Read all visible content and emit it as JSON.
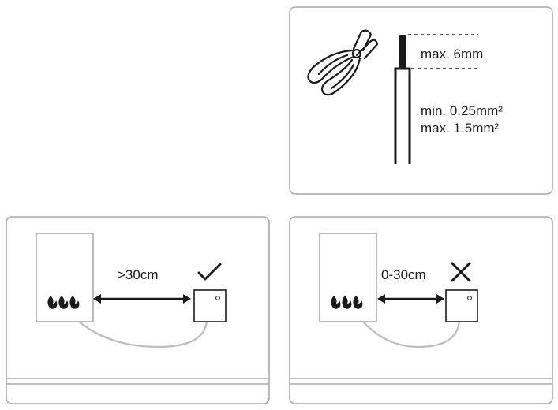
{
  "panels": {
    "wire_strip": {
      "strip_length_label": "max. 6mm",
      "cross_section_min": "min. 0.25mm²",
      "cross_section_max": "max. 1.5mm²",
      "tool_icon": "wire-stripper-pliers-icon"
    },
    "distance_ok": {
      "distance_label": ">30cm",
      "status_icon": "checkmark-icon"
    },
    "distance_bad": {
      "distance_label": "0-30cm",
      "status_icon": "cross-icon"
    }
  },
  "colors": {
    "panel_border": "#a9a9a9",
    "ink": "#1a1a1a",
    "cable": "#bdbdbd"
  }
}
